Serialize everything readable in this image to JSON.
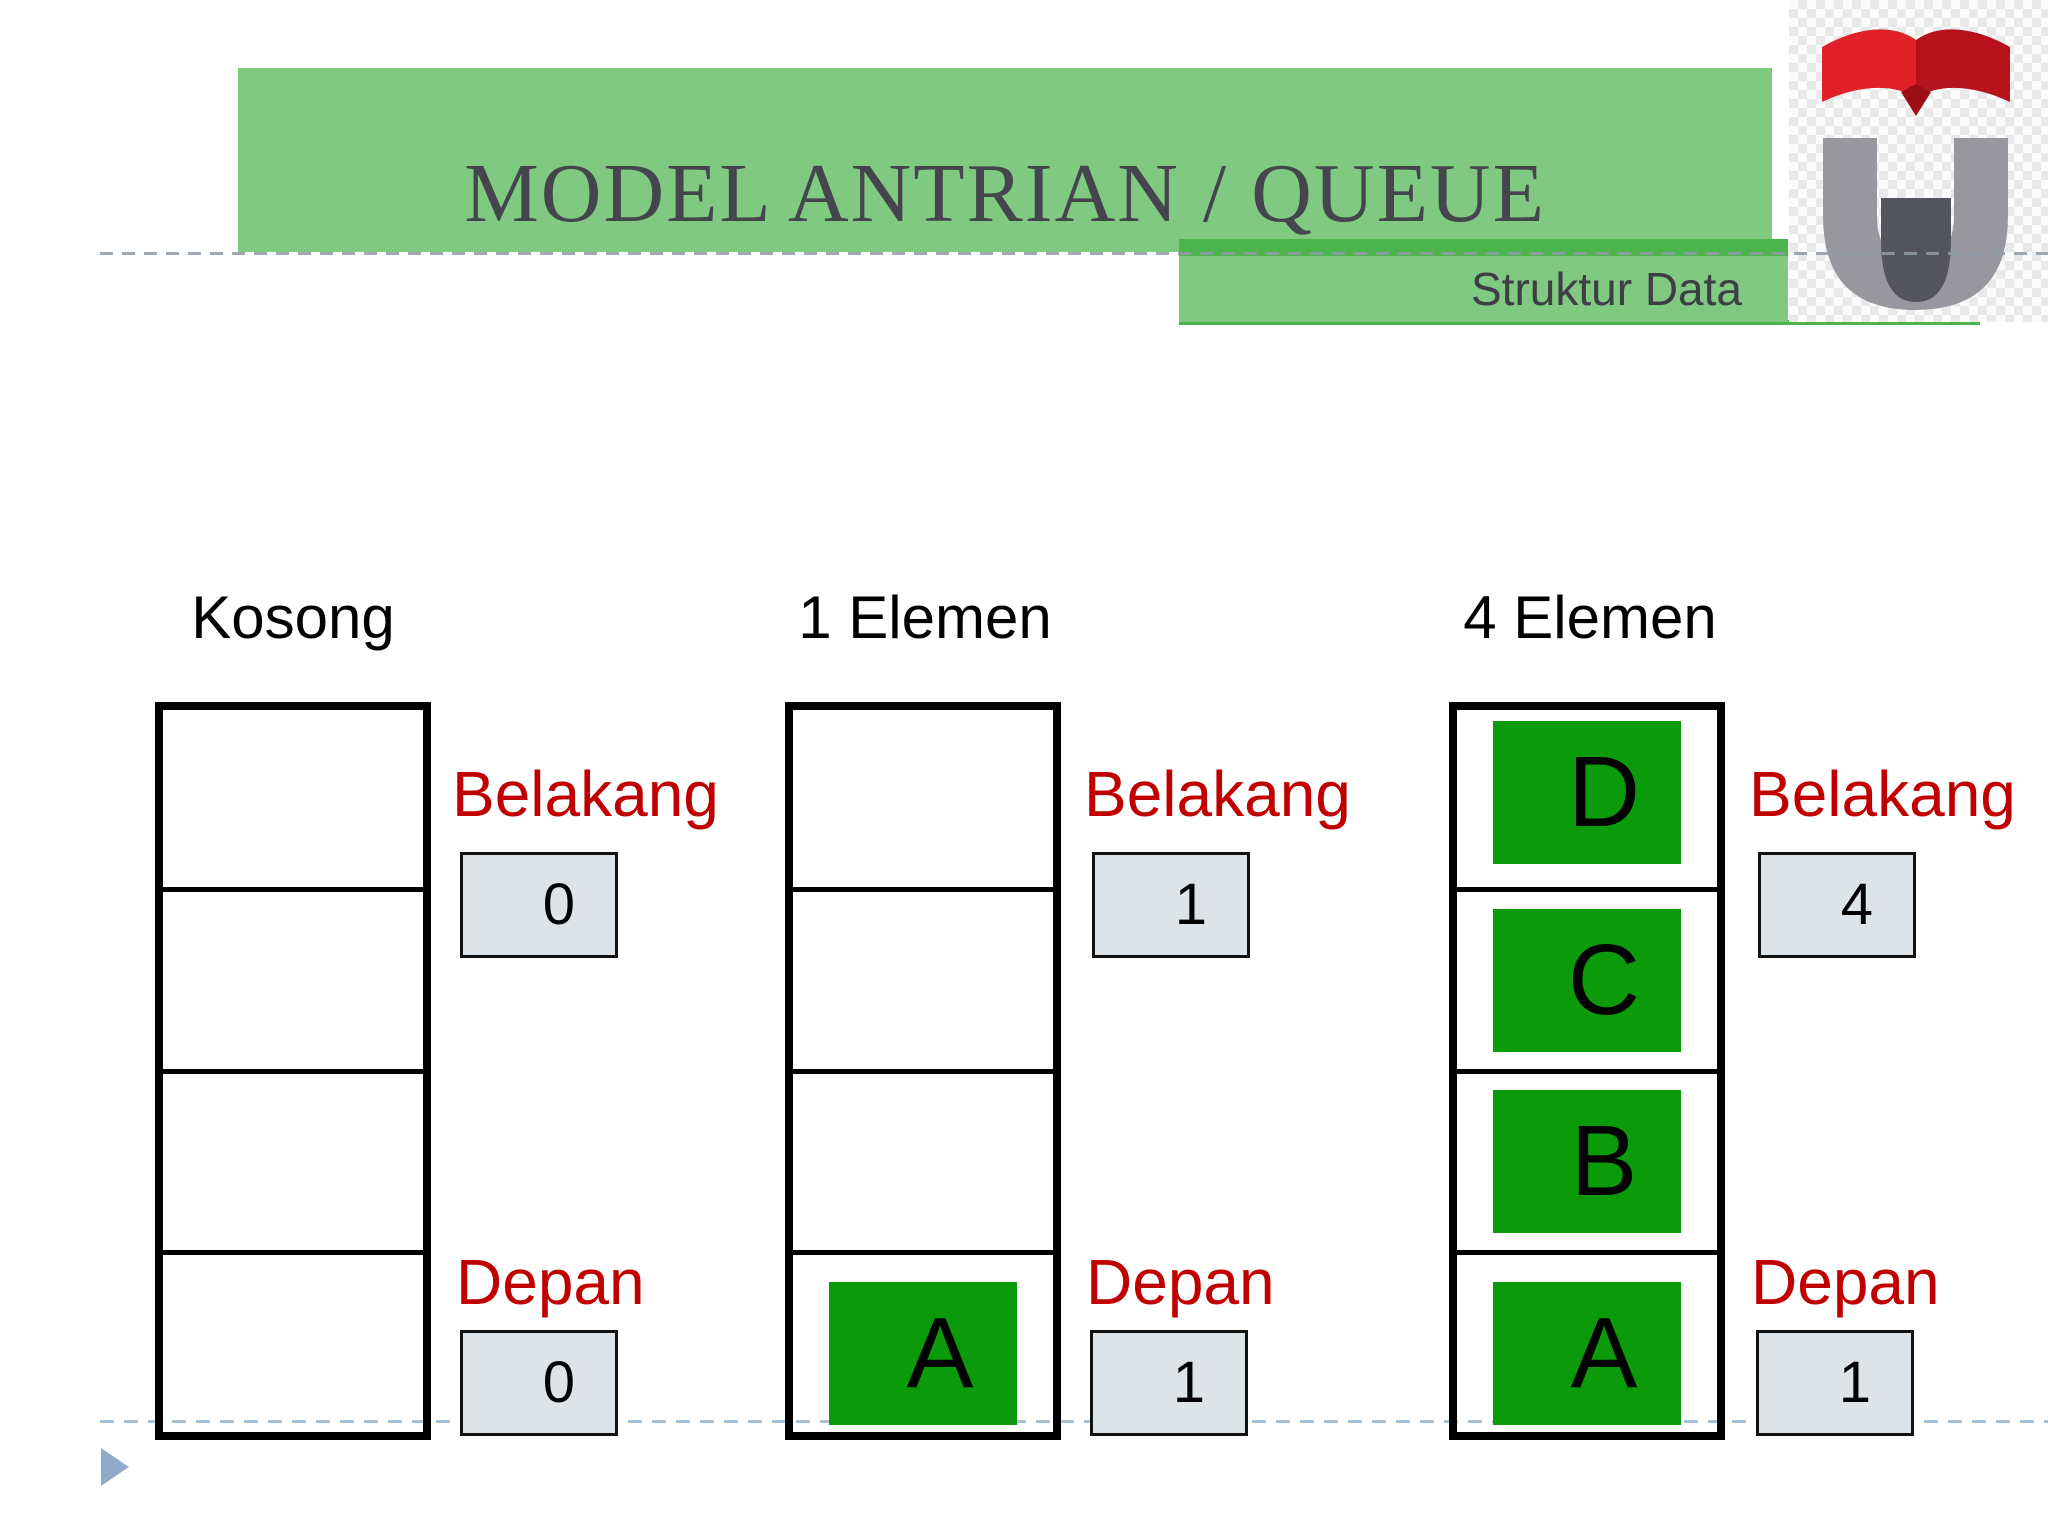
{
  "slide": {
    "title": "MODEL ANTRIAN / QUEUE",
    "subtitle": "Struktur Data"
  },
  "diagrams": [
    {
      "title": "Kosong",
      "back_label": "Belakang",
      "back_value": "0",
      "front_label": "Depan",
      "front_value": "0",
      "cells": [
        "",
        "",
        "",
        ""
      ]
    },
    {
      "title": "1 Elemen",
      "back_label": "Belakang",
      "back_value": "1",
      "front_label": "Depan",
      "front_value": "1",
      "cells": [
        "",
        "",
        "",
        "A"
      ]
    },
    {
      "title": "4 Elemen",
      "back_label": "Belakang",
      "back_value": "4",
      "front_label": "Depan",
      "front_value": "1",
      "cells": [
        "D",
        "C",
        "B",
        "A"
      ]
    }
  ],
  "logo": {
    "book_icon": "open-book-icon",
    "mark_icon": "u-letter-mark-icon"
  },
  "colors": {
    "header_green": "#7fc981",
    "header_dark_green": "#4cb44c",
    "pointer_red": "#c00000",
    "element_green": "#0a9a0a",
    "value_box_fill": "#dce4e8",
    "logo_red": "#d81e26",
    "logo_gray": "#97979d",
    "arrow_blue": "#8faacb"
  }
}
